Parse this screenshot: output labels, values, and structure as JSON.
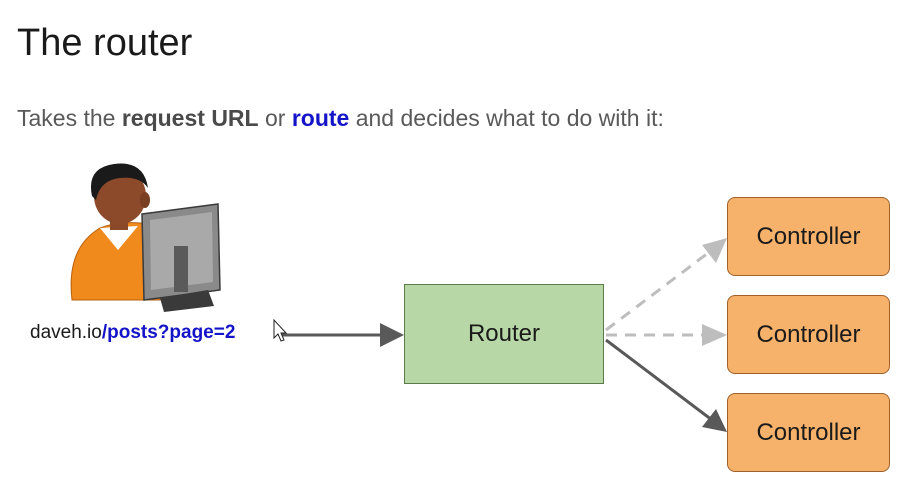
{
  "title": "The router",
  "subtitle": {
    "prefix": "Takes the ",
    "bold1": "request URL",
    "middle": " or ",
    "bold2": "route",
    "suffix": " and decides what to do with it:"
  },
  "url": {
    "host": "daveh.io",
    "path": "/posts?page=2"
  },
  "router_label": "Router",
  "controllers": [
    "Controller",
    "Controller",
    "Controller"
  ],
  "colors": {
    "router_fill": "#b7d8a6",
    "controller_fill": "#f6b26b",
    "link_blue": "#1414c8"
  },
  "icons": [
    "user-at-computer-icon",
    "mouse-cursor-icon"
  ]
}
